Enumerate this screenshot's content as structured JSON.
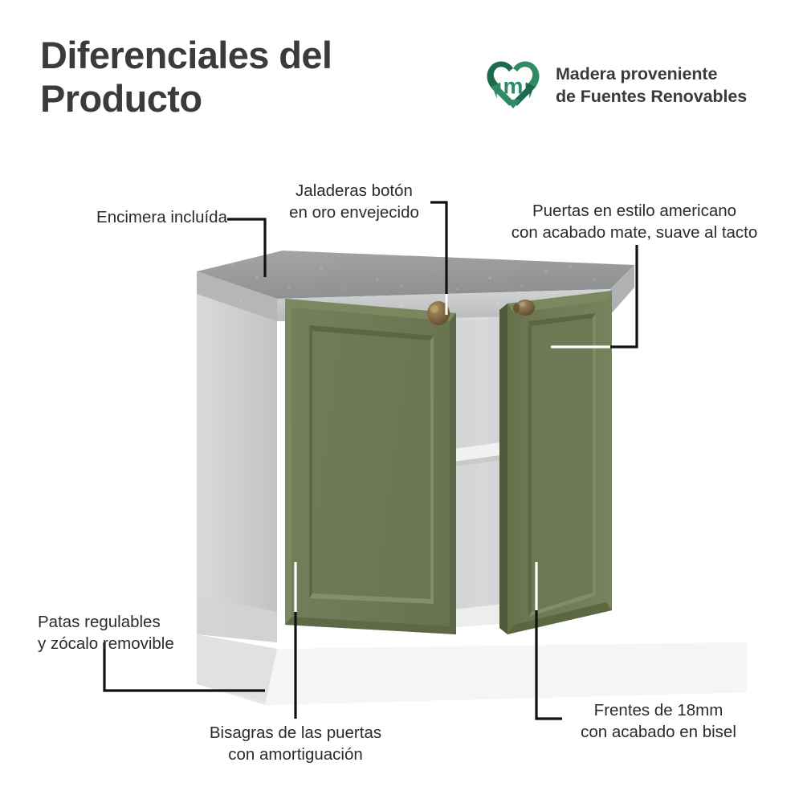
{
  "header": {
    "title": "Diferenciales del\nProducto",
    "logo": {
      "icon": "recycling-heart-icon",
      "mark_letter": "m",
      "text": "Madera proveniente\nde Fuentes Renovables",
      "color_dark": "#1d6b4f",
      "color_mid": "#2e8b63",
      "color_light": "#3fa373"
    }
  },
  "annotations": [
    {
      "id": "encimera",
      "text": "Encimera incluída",
      "align": "right"
    },
    {
      "id": "jaladeras",
      "text": "Jaladeras botón\nen oro envejecido",
      "align": "center"
    },
    {
      "id": "puertas",
      "text": "Puertas en estilo americano\ncon acabado mate, suave al tacto",
      "align": "center"
    },
    {
      "id": "patas",
      "text": "Patas regulables\ny zócalo removible",
      "align": "left"
    },
    {
      "id": "bisagras",
      "text": "Bisagras de las puertas\ncon amortiguación",
      "align": "center"
    },
    {
      "id": "frentes",
      "text": "Frentes de 18mm\ncon acabado en bisel",
      "align": "center"
    }
  ],
  "product": {
    "name": "base-kitchen-cabinet",
    "colors": {
      "background": "#ffffff",
      "countertop_top": "#9a9c9e",
      "countertop_edge": "#c9cacb",
      "body_white": "#c3c4c4",
      "body_side_light": "#d6d7d7",
      "plinth": "#f2f3f3",
      "door_green": "#6e7a55",
      "door_green_dark": "#5e6948",
      "door_green_light": "#7d8a61",
      "knob_brass": "#7a6440",
      "interior": "#d8d9da",
      "shelf": "#eceded"
    },
    "parts": [
      "countertop",
      "left-door-closed",
      "right-door-open",
      "brass-knob-left",
      "brass-knob-right",
      "interior-shelf",
      "plinth-toe-kick"
    ]
  },
  "style": {
    "text_color": "#2b2b2b",
    "title_color": "#3b3b3b",
    "leader_black": "#111111",
    "leader_white": "#ffffff"
  }
}
